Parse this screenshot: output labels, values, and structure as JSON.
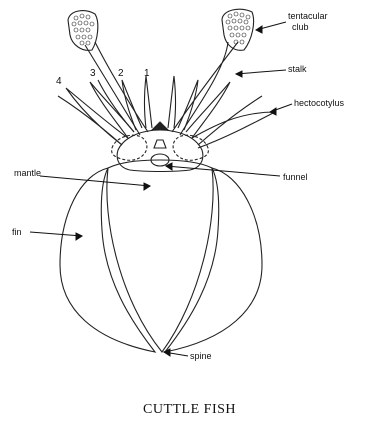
{
  "labels": {
    "tentacular_club": [
      "tentacular",
      "club"
    ],
    "stalk": "stalk",
    "hectocotylus": "hectocotylus",
    "mantle": "mantle",
    "funnel": "funnel",
    "fin": "fin",
    "spine": "spine"
  },
  "arm_numbers": [
    "4",
    "3",
    "2",
    "1"
  ],
  "caption": "CUTTLE FISH"
}
